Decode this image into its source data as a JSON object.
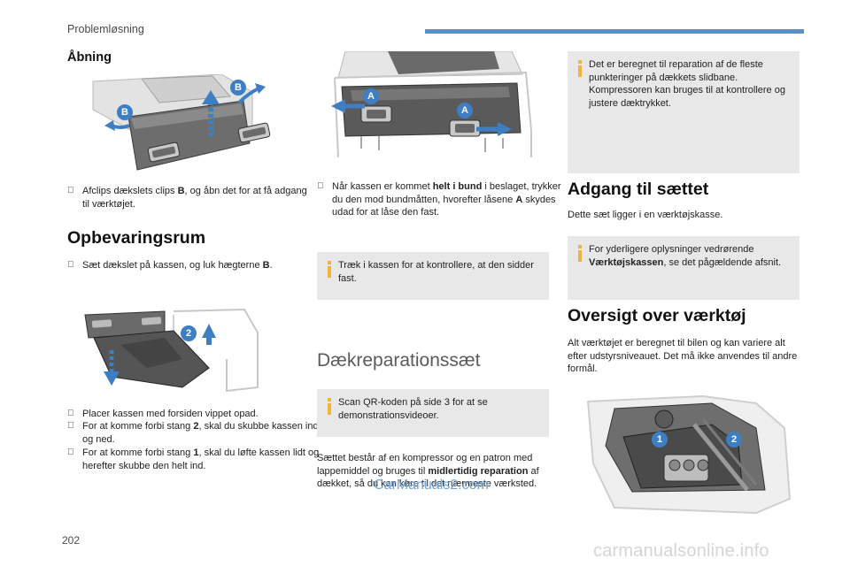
{
  "header": {
    "section": "Problemløsning"
  },
  "col1": {
    "heading_open": "Åbning",
    "open_bullet": [
      "Afclips dækslets clips ",
      "B",
      ", og åbn det for at få adgang til værktøjet."
    ],
    "heading_storage": "Opbevaringsrum",
    "storage_bullet": [
      "Sæt dækslet på kassen, og luk hægterne ",
      "B",
      "."
    ],
    "bullets": [
      "Placer kassen med forsiden vippet opad.",
      [
        "For at komme forbi stang ",
        "2",
        ", skal du skubbe kassen ind og ned."
      ],
      [
        "For at komme forbi stang ",
        "1",
        ", skal du løfte kassen lidt og herefter skubbe den helt ind."
      ]
    ],
    "callout_labels": {
      "b": "B",
      "two": "2"
    }
  },
  "col2": {
    "bullet": [
      "Når kassen er kommet ",
      "helt i bund",
      " i beslaget, trykker du den mod bundmåtten, hvorefter låsene ",
      "A",
      " skydes udad for at låse den fast."
    ],
    "info1": "Træk i kassen for at kontrollere, at den sidder fast.",
    "heading": "Dækreparationssæt",
    "info2": "Scan QR-koden på side 3 for at se demonstrationsvideoer.",
    "para": [
      "Sættet består af en kompressor og en patron med lappemiddel og bruges til ",
      "midlertidig reparation",
      " af dækket, så du kan køre til det nærmeste værksted."
    ],
    "callout_label": "A"
  },
  "col3": {
    "info1": "Det er beregnet til reparation af de fleste punkteringer på dækkets slidbane. Kompressoren kan bruges til at kontrollere og justere dæktrykket.",
    "heading_access": "Adgang til sættet",
    "para_access": "Dette sæt ligger i en værktøjskasse.",
    "info2": [
      "For yderligere oplysninger vedrørende ",
      "Værktøjskassen",
      ", se det pågældende afsnit."
    ],
    "heading_overview": "Oversigt over værktøj",
    "para_overview": "Alt værktøjet er beregnet til bilen og kan variere alt efter udstyrsniveauet. Det må ikke anvendes til andre formål.",
    "callout_labels": {
      "one": "1",
      "two": "2"
    }
  },
  "footer": {
    "page_number": "202",
    "watermark_small": "CarManuals2.com",
    "watermark_big": "carmanualsonline.info"
  },
  "colors": {
    "accent": "#5c8fc4",
    "callout": "#3d7fc2",
    "info_bg": "#e8e8e8",
    "info_icon": "#f2b33d"
  }
}
